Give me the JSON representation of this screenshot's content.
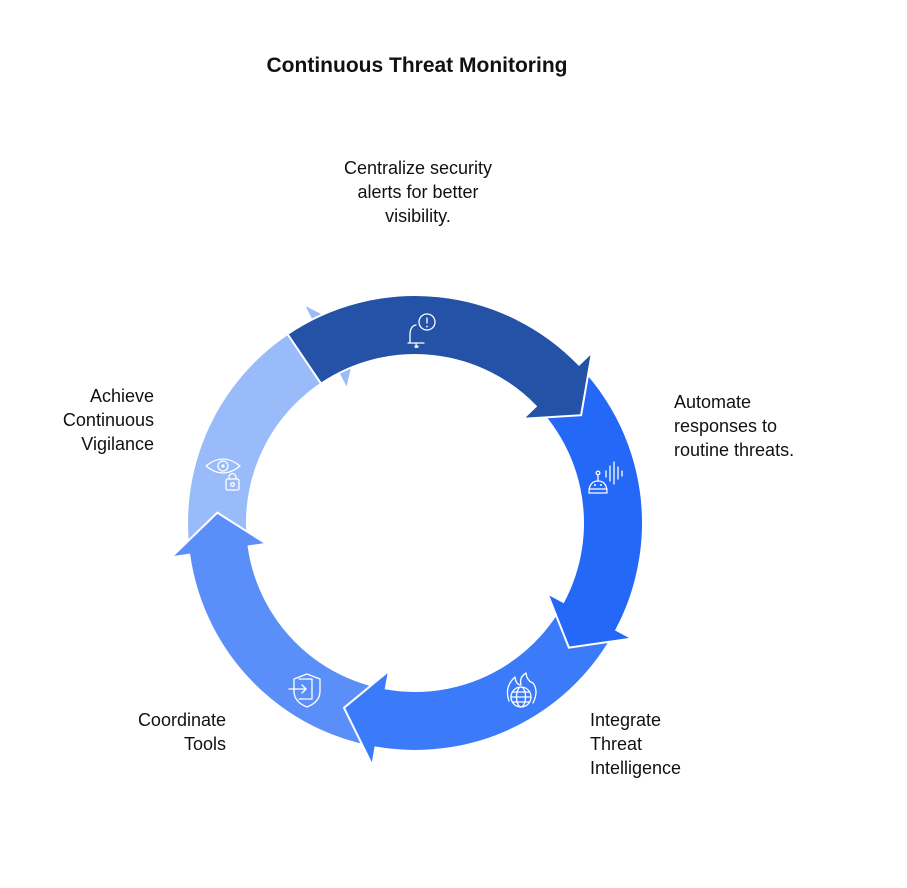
{
  "title": "Continuous Threat Monitoring",
  "steps": [
    {
      "label": "Centralize security\nalerts for better\nvisibility.",
      "icon": "bell-alert-icon",
      "color": "#2452A6"
    },
    {
      "label": "Automate\nresponses to\nroutine threats.",
      "icon": "robot-voice-icon",
      "color": "#2468F8"
    },
    {
      "label": "Integrate\nThreat\nIntelligence",
      "icon": "globe-flame-icon",
      "color": "#3B7BFA"
    },
    {
      "label": "Coordinate\nTools",
      "icon": "shield-enter-icon",
      "color": "#5A8FFA"
    },
    {
      "label": "Achieve\nContinuous\nVigilance",
      "icon": "eye-lock-icon",
      "color": "#9ABBFA"
    }
  ]
}
